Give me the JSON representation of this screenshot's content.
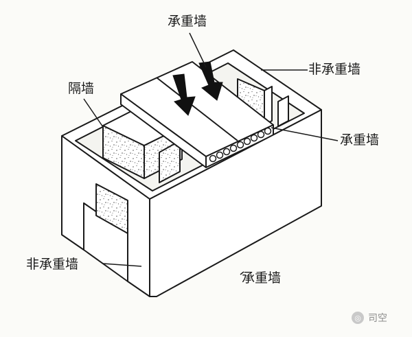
{
  "labels": {
    "top_load_bearing": "承重墙",
    "partition_wall": "隔墙",
    "non_load_bearing_right": "非承重墙",
    "load_bearing_right": "承重墙",
    "non_load_bearing_left": "非承重墙",
    "load_bearing_front": "承重墙"
  },
  "watermark": {
    "text": "司空"
  },
  "colors": {
    "line": "#1a1a1a",
    "wall_fill": "#ffffff",
    "arrow_fill": "#111111",
    "texture": "#555555"
  }
}
